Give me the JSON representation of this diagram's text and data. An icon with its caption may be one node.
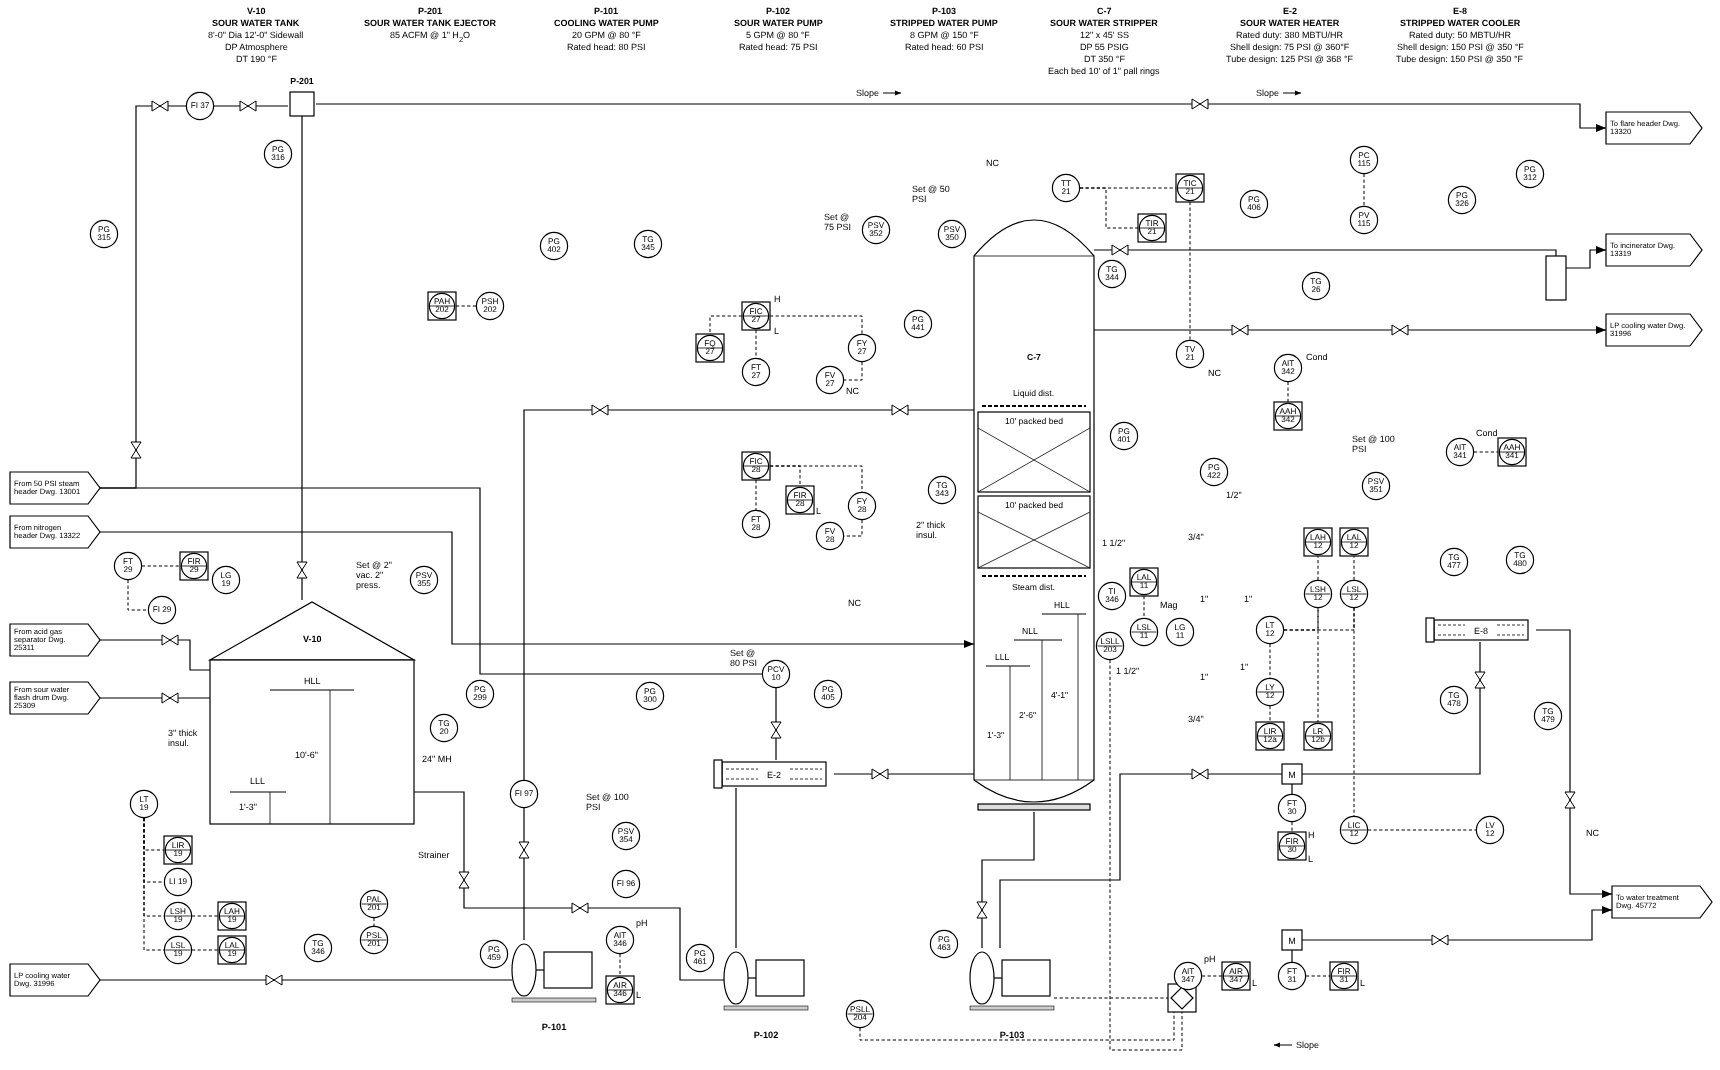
{
  "diagram": {
    "nodes": [
      {
        "text": [
          "From 50 PSI steam header Dwg. 13001"
        ]
      },
      {
        "text": [
          "From nitrogen header Dwg. 13322"
        ]
      },
      {
        "text": [
          "From acid gas separator Dwg. 25311"
        ]
      },
      {
        "text": [
          "From sour water flash drum Dwg. 25309"
        ]
      },
      {
        "text": [
          "LP cooling water Dwg. 31996"
        ]
      },
      {
        "text": [
          "To flare header Dwg. 13320"
        ]
      },
      {
        "text": [
          "To incinerator Dwg. 13319"
        ]
      },
      {
        "text": [
          "LP cooling water Dwg. 31996"
        ]
      },
      {
        "text": [
          "To water treatment Dwg. 45772"
        ]
      },
      {
        "text": [
          "P-201"
        ]
      },
      {
        "text": [
          "V-10",
          "HLL",
          "10'-6\"",
          "LLL",
          "1'-3\""
        ]
      },
      {
        "text": [
          "C-7",
          "Liquid dist.",
          "10' packed bed",
          "10' packed bed",
          "Steam dist.",
          "HLL",
          "NLL",
          "LLL",
          "4'-1\"",
          "2'-6\"",
          "1'-3\""
        ]
      },
      {
        "text": [
          "E-2"
        ]
      },
      {
        "text": [
          "E-8"
        ]
      },
      {
        "text": [
          "P-101"
        ]
      },
      {
        "text": [
          "P-102"
        ]
      },
      {
        "text": [
          "P-103"
        ]
      },
      {
        "text": [],
        "shape": "box"
      },
      {
        "text": [],
        "shape": "box"
      },
      {
        "text": [
          "M"
        ]
      },
      {
        "text": [
          "M"
        ]
      },
      {
        "text": [
          "FI 37"
        ]
      },
      {
        "text": [
          "PG 316"
        ]
      },
      {
        "text": [
          "PG 315"
        ]
      },
      {
        "text": [
          "PG 402"
        ]
      },
      {
        "text": [
          "PAH 202"
        ]
      },
      {
        "text": [
          "PSH 202"
        ]
      },
      {
        "text": [
          "TG 345"
        ]
      },
      {
        "text": [
          "PSV 352"
        ],
        "beside": [
          "Set @ 75 PSI"
        ]
      },
      {
        "text": [
          "PSV 350"
        ],
        "beside": [
          "Set @ 50 PSI"
        ]
      },
      {
        "text": [
          "TT 21"
        ]
      },
      {
        "text": [
          "TIR 21"
        ]
      },
      {
        "text": [
          "TIC 21"
        ]
      },
      {
        "text": [
          "TG 344"
        ]
      },
      {
        "text": [
          "PG 441"
        ]
      },
      {
        "text": [
          "FIC 27"
        ],
        "beside": [
          "H",
          "L"
        ]
      },
      {
        "text": [
          "FQ 27"
        ]
      },
      {
        "text": [
          "FT 27"
        ]
      },
      {
        "text": [
          "FY 27"
        ]
      },
      {
        "text": [
          "FV 27"
        ]
      },
      {
        "text": [
          "TV 21"
        ]
      },
      {
        "text": [
          "PC 115"
        ]
      },
      {
        "text": [
          "PG 406"
        ]
      },
      {
        "text": [
          "PV 115"
        ]
      },
      {
        "text": [
          "PG 326"
        ]
      },
      {
        "text": [
          "PG 312"
        ]
      },
      {
        "text": [
          "TG 26"
        ]
      },
      {
        "text": [
          "AIT 342"
        ],
        "beside": [
          "Cond"
        ]
      },
      {
        "text": [
          "AAH 342"
        ]
      },
      {
        "text": [
          "PG 401"
        ]
      },
      {
        "text": [
          "TG 343"
        ]
      },
      {
        "text": [
          "FIC 28"
        ]
      },
      {
        "text": [
          "FIR 28"
        ],
        "beside": [
          "L"
        ]
      },
      {
        "text": [
          "FY 28"
        ]
      },
      {
        "text": [
          "FT 28"
        ]
      },
      {
        "text": [
          "FV 28"
        ]
      },
      {
        "text": [
          "PG 422"
        ]
      },
      {
        "text": [
          "PSV 351"
        ],
        "beside": [
          "Set @ 100 PSI"
        ]
      },
      {
        "text": [
          "AIT 341"
        ],
        "beside": [
          "Cond"
        ]
      },
      {
        "text": [
          "AAH 341"
        ]
      },
      {
        "text": [
          "FT 29"
        ]
      },
      {
        "text": [
          "FIR 29"
        ]
      },
      {
        "text": [
          "FI 29"
        ]
      },
      {
        "text": [
          "LG 19"
        ]
      },
      {
        "text": [
          "PSV 355"
        ],
        "beside": [
          "Set @ 2\" vac. 2\" press."
        ]
      },
      {
        "text": [
          "PG 299"
        ]
      },
      {
        "text": [
          "TG 20"
        ]
      },
      {
        "text": [
          "LT 19"
        ]
      },
      {
        "text": [
          "LIR 19"
        ]
      },
      {
        "text": [
          "LI 19"
        ]
      },
      {
        "text": [
          "LSH 19"
        ]
      },
      {
        "text": [
          "LAH 19"
        ]
      },
      {
        "text": [
          "LSL 19"
        ]
      },
      {
        "text": [
          "LAL 19"
        ]
      },
      {
        "text": [
          "PAL 201"
        ]
      },
      {
        "text": [
          "PSL 201"
        ]
      },
      {
        "text": [
          "TG 346"
        ]
      },
      {
        "text": [
          "PG 459"
        ]
      },
      {
        "text": [
          "FI 97"
        ]
      },
      {
        "text": [
          "PG 300"
        ]
      },
      {
        "text": [
          "PCV 10"
        ],
        "beside": [
          "Set @ 80 PSI"
        ]
      },
      {
        "text": [
          "PG 405"
        ]
      },
      {
        "text": [
          "PSV 354"
        ],
        "beside": [
          "Set @ 100 PSI"
        ]
      },
      {
        "text": [
          "FI 96"
        ]
      },
      {
        "text": [
          "AIT 346"
        ],
        "beside": [
          "pH"
        ]
      },
      {
        "text": [
          "AIR 346"
        ],
        "beside": [
          "L"
        ]
      },
      {
        "text": [
          "PG 461"
        ]
      },
      {
        "text": [
          "PSLL 204"
        ]
      },
      {
        "text": [
          "PG 463"
        ]
      },
      {
        "text": [
          "TI 346"
        ]
      },
      {
        "text": [
          "LSLL 203"
        ]
      },
      {
        "text": [
          "LAL 11"
        ]
      },
      {
        "text": [
          "LSL 11"
        ]
      },
      {
        "text": [
          "LG 11"
        ]
      },
      {
        "text": [
          "LAH 12"
        ]
      },
      {
        "text": [
          "LAL 12"
        ]
      },
      {
        "text": [
          "LSH 12"
        ]
      },
      {
        "text": [
          "LSL 12"
        ]
      },
      {
        "text": [
          "LT 12"
        ]
      },
      {
        "text": [
          "LY 12"
        ]
      },
      {
        "text": [
          "LIR 12a"
        ]
      },
      {
        "text": [
          "LR 12b"
        ]
      },
      {
        "text": [
          "LIC 12"
        ]
      },
      {
        "text": [
          "LV 12"
        ]
      },
      {
        "text": [
          "FT 30"
        ]
      },
      {
        "text": [
          "FIR 30"
        ],
        "beside": [
          "H",
          "L"
        ]
      },
      {
        "text": [
          "TG 477"
        ]
      },
      {
        "text": [
          "TG 480"
        ]
      },
      {
        "text": [
          "TG 478"
        ]
      },
      {
        "text": [
          "TG 479"
        ]
      },
      {
        "text": [
          "AIT 347"
        ],
        "beside": [
          "pH"
        ]
      },
      {
        "text": [
          "AIR 347"
        ],
        "beside": [
          "L"
        ]
      },
      {
        "text": [
          "FT 31"
        ]
      },
      {
        "text": [
          "FIR 31"
        ],
        "beside": [
          "L"
        ]
      }
    ],
    "edges": [
      {
        "from": 25,
        "to": 26,
        "arrow": "none",
        "style": "dashed"
      },
      {
        "from": 60,
        "to": 61,
        "arrow": "none",
        "style": "dashed"
      },
      {
        "from": 60,
        "to": 62,
        "arrow": "none",
        "style": "dashed"
      },
      {
        "from": 67,
        "to": 68,
        "arrow": "none",
        "style": "dashed"
      },
      {
        "from": 67,
        "to": 69,
        "arrow": "none",
        "style": "dashed"
      },
      {
        "from": 67,
        "to": 70,
        "arrow": "none",
        "style": "dashed"
      },
      {
        "from": 67,
        "to": 72,
        "arrow": "none",
        "style": "dashed"
      },
      {
        "from": 70,
        "to": 71,
        "arrow": "none",
        "style": "dashed"
      },
      {
        "from": 72,
        "to": 73,
        "arrow": "none",
        "style": "dashed"
      },
      {
        "from": 74,
        "to": 75,
        "arrow": "none",
        "style": "dashed"
      },
      {
        "from": 35,
        "to": 36,
        "arrow": "none",
        "style": "dashed"
      },
      {
        "from": 35,
        "to": 37,
        "arrow": "none",
        "style": "dashed"
      },
      {
        "from": 35,
        "to": 38,
        "arrow": "none",
        "style": "dashed"
      },
      {
        "from": 38,
        "to": 39,
        "arrow": "none",
        "style": "dashed"
      },
      {
        "from": 51,
        "to": 52,
        "arrow": "none",
        "style": "dashed"
      },
      {
        "from": 51,
        "to": 54,
        "arrow": "none",
        "style": "dashed"
      },
      {
        "from": 51,
        "to": 53,
        "arrow": "none",
        "style": "dashed"
      },
      {
        "from": 53,
        "to": 55,
        "arrow": "none",
        "style": "dashed"
      },
      {
        "from": 30,
        "to": 32,
        "arrow": "none",
        "style": "dashed"
      },
      {
        "from": 30,
        "to": 31,
        "arrow": "none",
        "style": "dashed"
      },
      {
        "from": 32,
        "to": 40,
        "arrow": "none",
        "style": "dashed"
      },
      {
        "from": 41,
        "to": 43,
        "arrow": "none",
        "style": "dashed"
      },
      {
        "from": 47,
        "to": 48,
        "arrow": "none",
        "style": "dashed"
      },
      {
        "from": 58,
        "to": 59,
        "arrow": "none",
        "style": "dashed"
      },
      {
        "from": 98,
        "to": 96,
        "arrow": "none",
        "style": "dashed"
      },
      {
        "from": 98,
        "to": 97,
        "arrow": "none",
        "style": "dashed"
      },
      {
        "from": 98,
        "to": 99,
        "arrow": "none",
        "style": "dashed"
      },
      {
        "from": 96,
        "to": 94,
        "arrow": "none",
        "style": "dashed"
      },
      {
        "from": 97,
        "to": 95,
        "arrow": "none",
        "style": "dashed"
      },
      {
        "from": 99,
        "to": 100,
        "arrow": "none",
        "style": "dashed"
      },
      {
        "from": 96,
        "to": 101,
        "arrow": "none",
        "style": "dashed"
      },
      {
        "from": 97,
        "to": 102,
        "arrow": "none",
        "style": "dashed"
      },
      {
        "from": 102,
        "to": 103,
        "arrow": "none",
        "style": "dashed"
      },
      {
        "from": 104,
        "to": 105,
        "arrow": "none",
        "style": "dashed"
      },
      {
        "from": 19,
        "to": 104,
        "arrow": "none"
      },
      {
        "from": 20,
        "to": 112,
        "arrow": "none"
      },
      {
        "from": 112,
        "to": 113,
        "arrow": "none",
        "style": "dashed"
      },
      {
        "from": 110,
        "to": 111,
        "arrow": "none",
        "style": "dashed"
      },
      {
        "from": 84,
        "to": 85,
        "arrow": "none",
        "style": "dashed"
      },
      {
        "from": 91,
        "to": 92,
        "arrow": "none",
        "style": "dashed"
      },
      {
        "from": 90,
        "to": 18,
        "arrow": "none",
        "style": "dashed"
      },
      {
        "from": 87,
        "to": 18,
        "arrow": "none",
        "style": "dashed"
      },
      {
        "from": 16,
        "to": 18,
        "arrow": "none",
        "style": "dashed"
      },
      {
        "from": 0,
        "to": 21,
        "arrow": "none"
      },
      {
        "from": 21,
        "to": 9,
        "arrow": "none"
      },
      {
        "from": 9,
        "to": 5,
        "arrow": "to"
      },
      {
        "from": 10,
        "to": 9,
        "arrow": "none"
      },
      {
        "from": 1,
        "to": 11,
        "arrow": "to"
      },
      {
        "from": 2,
        "to": 10,
        "arrow": "none"
      },
      {
        "from": 3,
        "to": 10,
        "arrow": "none"
      },
      {
        "from": 4,
        "to": 14,
        "arrow": "none"
      },
      {
        "from": 14,
        "to": 78,
        "arrow": "none"
      },
      {
        "from": 78,
        "to": 11,
        "arrow": "none"
      },
      {
        "from": 10,
        "to": 15,
        "arrow": "none"
      },
      {
        "from": 15,
        "to": 12,
        "arrow": "none"
      },
      {
        "from": 12,
        "to": 11,
        "arrow": "none"
      },
      {
        "from": 11,
        "to": 16,
        "arrow": "none"
      },
      {
        "from": 16,
        "to": 19,
        "arrow": "none"
      },
      {
        "from": 19,
        "to": 13,
        "arrow": "none"
      },
      {
        "from": 13,
        "to": 8,
        "arrow": "to"
      },
      {
        "from": 11,
        "to": 17,
        "arrow": "none"
      },
      {
        "from": 17,
        "to": 6,
        "arrow": "to"
      },
      {
        "from": 11,
        "to": 7,
        "arrow": "to"
      },
      {
        "from": 0,
        "to": 80,
        "arrow": "none"
      },
      {
        "from": 80,
        "to": 12,
        "arrow": "none"
      },
      {
        "from": 20,
        "to": 8,
        "arrow": "to"
      }
    ],
    "labels": [
      "V-10",
      "SOUR WATER TANK",
      "8'-0\" Dia 12'-0\" Sidewall",
      "DP Atmosphere",
      "DT 190 °F",
      "P-201",
      "SOUR WATER TANK EJECTOR",
      "85 ACFM @ 1\" H$_{2}$O",
      "P-101",
      "COOLING WATER PUMP",
      "20 GPM @ 80 °F",
      "Rated head: 80 PSI",
      "P-102",
      "SOUR WATER PUMP",
      "5 GPM @ 80 °F",
      "Rated head: 75 PSI",
      "P-103",
      "STRIPPED WATER PUMP",
      "8 GPM @ 150 °F",
      "Rated head: 60 PSI",
      "C-7",
      "SOUR WATER STRIPPER",
      "12\" x 45' SS",
      "DP 55 PSIG",
      "DT 350 °F",
      "Each bed 10' of 1\" pall rings",
      "E-2",
      "SOUR WATER HEATER",
      "Rated duty: 380 MBTU/HR",
      "Shell design: 75 PSI @ 360°F",
      "Tube design: 125 PSI @ 368 °F",
      "E-8",
      "STRIPPED WATER COOLER",
      "Rated duty: 50 MBTU/HR",
      "Shell design: 150 PSI @ 350 °F",
      "Tube design: 150 PSI @ 350 °F",
      "Slope",
      "Slope",
      "Slope",
      "NC",
      "NC",
      "NC",
      "NC",
      "NC",
      "3\" thick insul.",
      "24\" MH",
      "Strainer",
      "2\" thick insul.",
      "1 1/2\"",
      "1 1/2\"",
      "1/2\"",
      "3/4\"",
      "3/4\"",
      "Mag",
      "1\"",
      "1\"",
      "1\"",
      "1\""
    ]
  }
}
